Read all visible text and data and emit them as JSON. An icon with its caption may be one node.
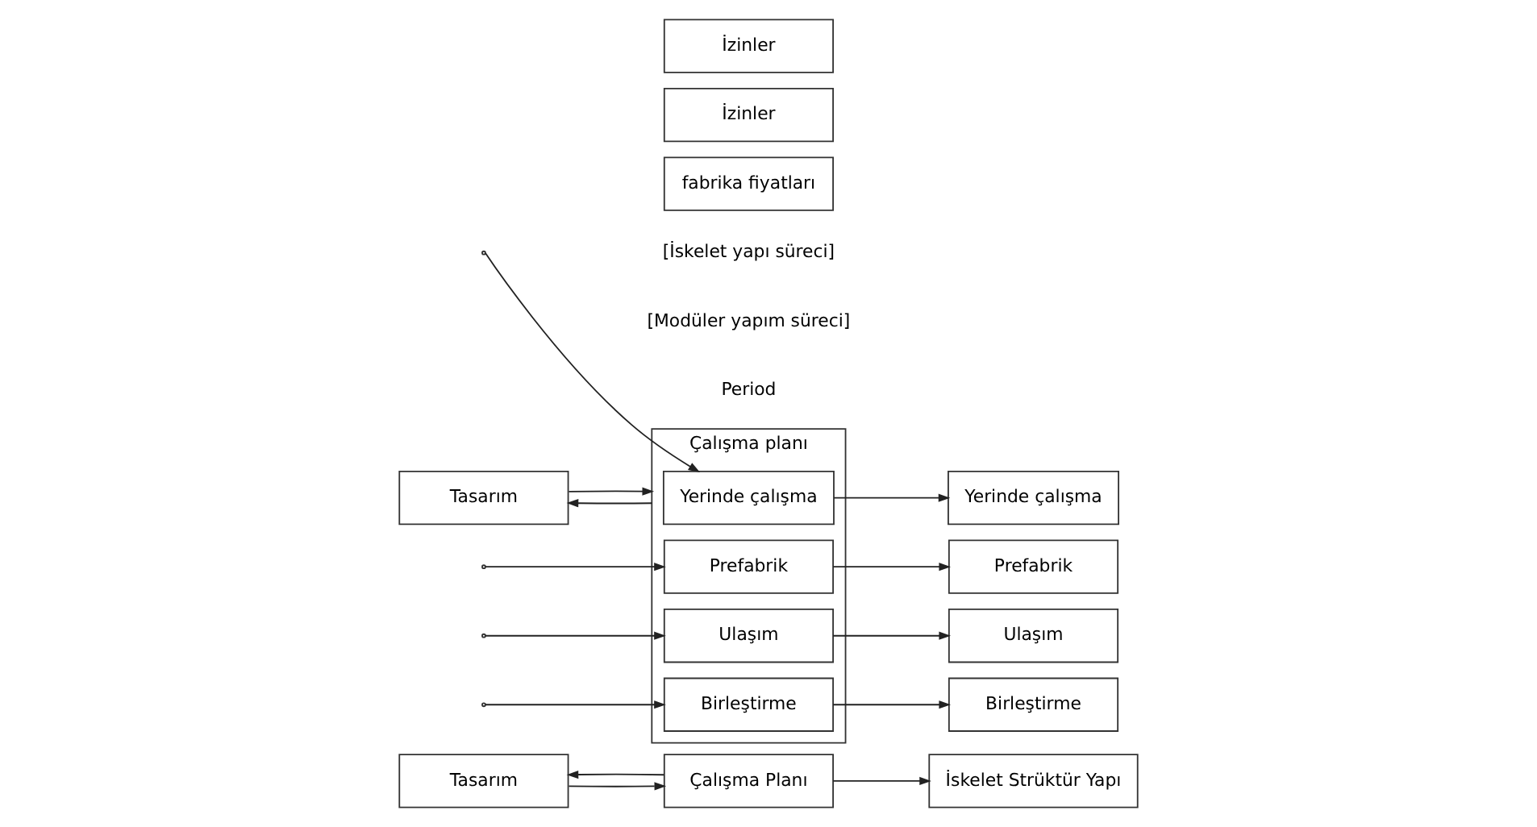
{
  "diagram": {
    "nodes": [
      {
        "text": [
          "Tasarım"
        ]
      },
      {
        "text": [
          "İzinler"
        ]
      },
      {
        "text": [
          "Çalışma Planı"
        ]
      },
      {
        "text": [
          "İskelet Strüktür Yapı"
        ]
      },
      {
        "text": [
          "Tasarım"
        ]
      },
      {
        "text": [
          "İzinler"
        ]
      },
      {
        "text": [
          "fabrika fiyatları"
        ]
      },
      {
        "text": [
          "Çalışma planı"
        ]
      },
      {
        "text": [
          "Yerinde çalışma"
        ],
        "in": 7
      },
      {
        "text": [
          "Prefabrik"
        ],
        "in": 7
      },
      {
        "text": [
          "Ulaşım"
        ],
        "in": 7
      },
      {
        "text": [
          "Birleştirme"
        ],
        "in": 7
      },
      {
        "text": [
          "Yerinde çalışma"
        ]
      },
      {
        "text": [
          "Prefabrik"
        ]
      },
      {
        "text": [
          "Ulaşım"
        ]
      },
      {
        "text": [
          "Birleştirme"
        ]
      }
    ],
    "edges": [
      {
        "from": 0,
        "to": 2,
        "arrow": "to"
      },
      {
        "from": 2,
        "to": 0,
        "arrow": "to"
      },
      {
        "from": 2,
        "to": 3,
        "arrow": "to"
      },
      {
        "from": 4,
        "to": 7,
        "arrow": "to"
      },
      {
        "from": 7,
        "to": 4,
        "arrow": "to"
      },
      {
        "from": null,
        "to": 8,
        "arrow": "to"
      },
      {
        "from": null,
        "to": 9,
        "arrow": "to"
      },
      {
        "from": null,
        "to": 10,
        "arrow": "to"
      },
      {
        "from": null,
        "to": 11,
        "arrow": "to"
      },
      {
        "from": 8,
        "to": 12,
        "arrow": "to"
      },
      {
        "from": 9,
        "to": 13,
        "arrow": "to"
      },
      {
        "from": 10,
        "to": 14,
        "arrow": "to"
      },
      {
        "from": 11,
        "to": 15,
        "arrow": "to"
      }
    ],
    "labels": [
      "[İskelet yapı süreci]",
      "[Modüler yapım süreci]",
      "Period"
    ]
  }
}
